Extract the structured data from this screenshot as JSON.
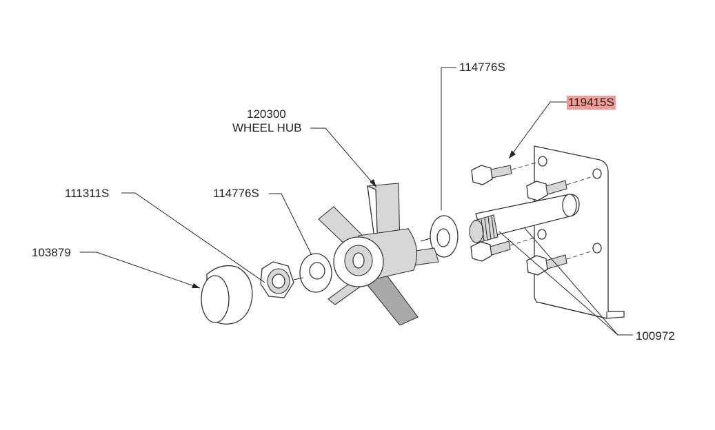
{
  "callouts": {
    "washer_top": "114776S",
    "bolt": "119415S",
    "hub_number": "120300",
    "hub_name": "WHEEL HUB",
    "nut": "111311S",
    "washer_left": "114776S",
    "cap": "103879",
    "bracket": "100972"
  },
  "highlight_color": "#f29a94"
}
